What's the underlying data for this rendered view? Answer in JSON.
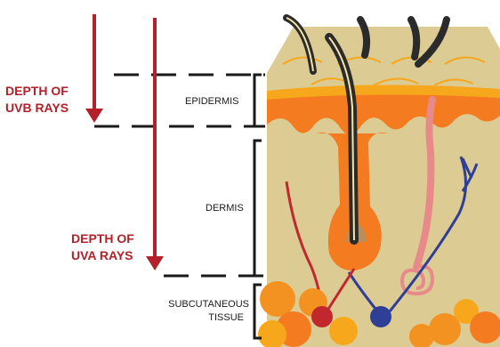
{
  "labels": {
    "uvb_line1": "DEPTH OF",
    "uvb_line2": "UVB RAYS",
    "uva_line1": "DEPTH OF",
    "uva_line2": "UVA RAYS",
    "epidermis": "EPIDERMIS",
    "dermis": "DERMIS",
    "subcutaneous_line1": "SUBCUTANEOUS",
    "subcutaneous_line2": "TISSUE"
  },
  "colors": {
    "ray_red": "#b3202a",
    "skin_tan": "#dccb93",
    "epidermis_orange": "#f47b20",
    "stratum_yellow": "#f6a71c",
    "fat_orange": "#f39221",
    "vein_blue": "#2e3f95",
    "artery_red": "#c1272d",
    "gland_pink": "#e98a8a",
    "hair_dark": "#2b2b2b"
  }
}
